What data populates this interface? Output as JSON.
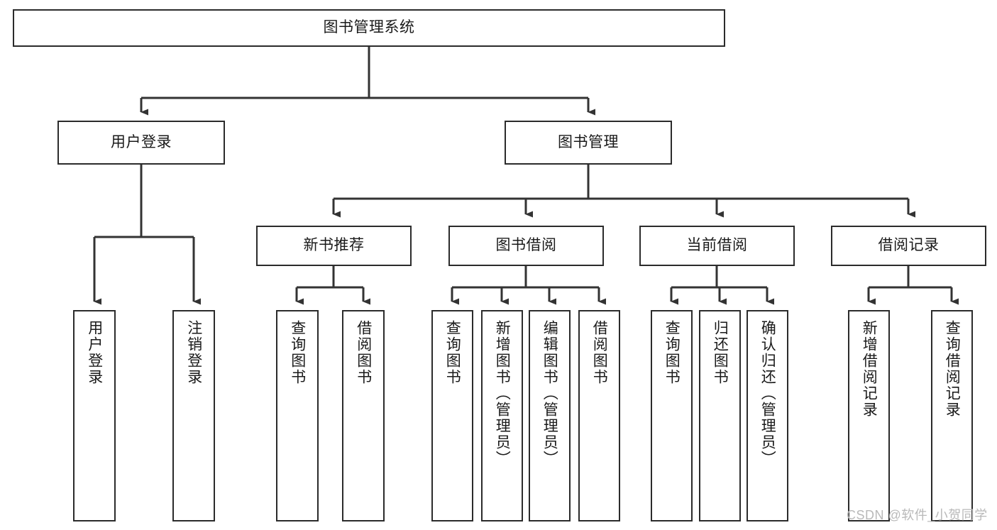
{
  "diagram": {
    "title_node": {
      "id": "root",
      "label": "图书管理系统"
    },
    "level2": [
      {
        "id": "user-login",
        "label": "用户登录"
      },
      {
        "id": "book-management",
        "label": "图书管理"
      }
    ],
    "level3": [
      {
        "id": "new-book-recommend",
        "label": "新书推荐",
        "parent": "book-management"
      },
      {
        "id": "book-borrow",
        "label": "图书借阅",
        "parent": "book-management"
      },
      {
        "id": "current-borrow",
        "label": "当前借阅",
        "parent": "book-management"
      },
      {
        "id": "borrow-record",
        "label": "借阅记录",
        "parent": "book-management"
      }
    ],
    "leaves": [
      {
        "id": "leaf-user-login",
        "label": "用户登录",
        "parent": "user-login"
      },
      {
        "id": "leaf-user-logout",
        "label": "注销登录",
        "parent": "user-login"
      },
      {
        "id": "leaf-query-book-1",
        "label": "查询图书",
        "parent": "new-book-recommend"
      },
      {
        "id": "leaf-borrow-book-1",
        "label": "借阅图书",
        "parent": "new-book-recommend"
      },
      {
        "id": "leaf-query-book-2",
        "label": "查询图书",
        "parent": "book-borrow"
      },
      {
        "id": "leaf-add-book",
        "label": "新增图书（管理员）",
        "parent": "book-borrow"
      },
      {
        "id": "leaf-edit-book",
        "label": "编辑图书（管理员）",
        "parent": "book-borrow"
      },
      {
        "id": "leaf-borrow-book-2",
        "label": "借阅图书",
        "parent": "book-borrow"
      },
      {
        "id": "leaf-query-book-3",
        "label": "查询图书",
        "parent": "current-borrow"
      },
      {
        "id": "leaf-return-book",
        "label": "归还图书",
        "parent": "current-borrow"
      },
      {
        "id": "leaf-confirm-return",
        "label": "确认归还（管理员）",
        "parent": "current-borrow"
      },
      {
        "id": "leaf-add-record",
        "label": "新增借阅记录",
        "parent": "borrow-record"
      },
      {
        "id": "leaf-query-record",
        "label": "查询借阅记录",
        "parent": "borrow-record"
      }
    ],
    "colors": {
      "box_stroke": "#2b2b2b",
      "box_fill": "#ffffff",
      "connector": "#333333",
      "text": "#1a1a1a",
      "watermark": "#b9b9b9"
    }
  },
  "watermark": {
    "text": "CSDN @软件_小贺同学"
  }
}
